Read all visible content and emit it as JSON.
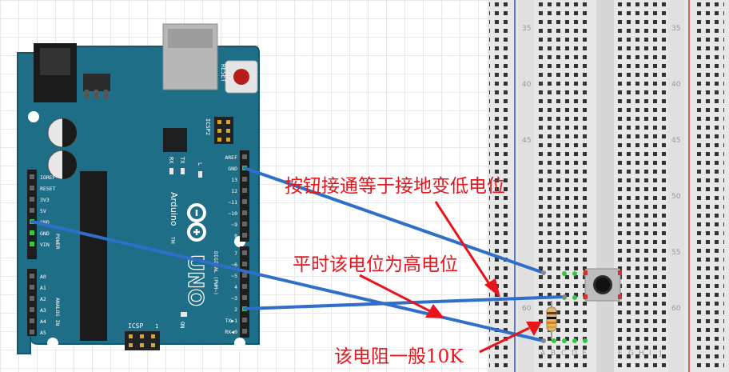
{
  "board": {
    "reset_label": "RESET",
    "icsp2_label": "ICSP2",
    "icsp_label": "ICSP",
    "icsp_pin": "1",
    "tx_label": "TX",
    "rx_label": "RX",
    "l_label": "L",
    "on_label": "ON",
    "brand": "Arduino",
    "tm": "TM",
    "model": "UNO",
    "digital_label": "DIGITAL (PWM~)",
    "power_label": "POWER",
    "analog_label": "ANALOG IN",
    "left_pins": [
      "IOREF",
      "RESET",
      "3V3",
      "5V",
      "GND",
      "GND",
      "VIN"
    ],
    "analog_pins": [
      "A0",
      "A1",
      "A2",
      "A3",
      "A4",
      "A5"
    ],
    "right_pins_top": [
      "AREF",
      "GND",
      "13",
      "12",
      "~11",
      "~10",
      "~9",
      "8"
    ],
    "right_pins_bottom": [
      "7",
      "~6",
      "~5",
      "4",
      "~3",
      "2",
      "TX▶1",
      "RX◀0"
    ]
  },
  "breadboard": {
    "row_numbers": [
      "35",
      "40",
      "45",
      "50",
      "55",
      "60"
    ],
    "cols_left": [
      "A",
      "B",
      "C",
      "D",
      "E"
    ],
    "cols_right": [
      "F",
      "G",
      "H",
      "I",
      "J"
    ]
  },
  "annotations": {
    "button_ground": "按钮接通等于接地变低电位",
    "normal_high": "平时该电位为高电位",
    "resistor": "该电阻一般10K"
  },
  "colors": {
    "board": "#1e6e87",
    "wire": "#2f6fc9",
    "annotation": "#e8141b",
    "resistor": "#d8b77a"
  }
}
